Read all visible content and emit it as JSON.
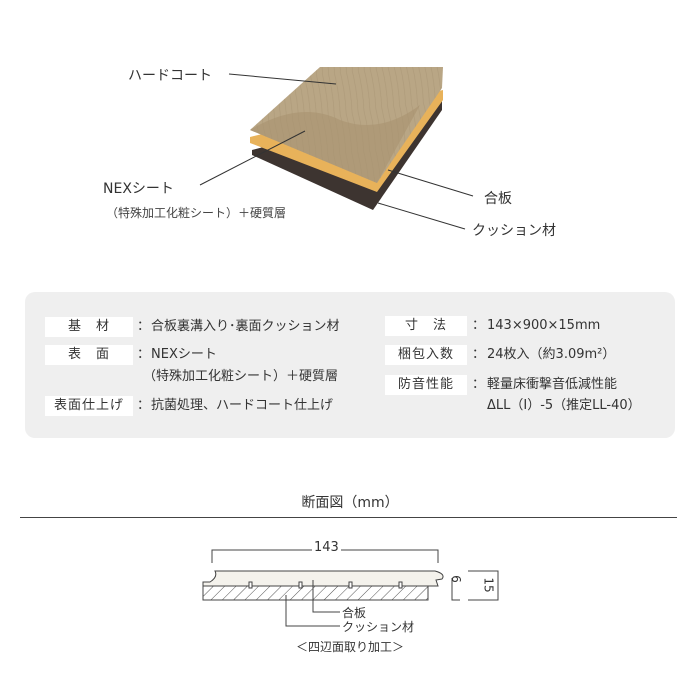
{
  "illustration": {
    "labels": {
      "hard_coat": "ハードコート",
      "nex_sheet": "NEXシート",
      "nex_sheet_sub": "（特殊加工化粧シート）＋硬質層",
      "plywood": "合板",
      "cushion": "クッション材"
    },
    "colors": {
      "top": "#b9a685",
      "plywood": "#e8b25a",
      "cushion": "#3d3430"
    }
  },
  "spec": {
    "separator": "：",
    "left": [
      {
        "key": "基　材",
        "value": [
          "合板裏溝入り･裏面クッション材"
        ]
      },
      {
        "key": "表　面",
        "value": [
          "NEXシート",
          "（特殊加工化粧シート）＋硬質層"
        ]
      },
      {
        "key": "表面仕上げ",
        "value": [
          "抗菌処理、ハードコート仕上げ"
        ]
      }
    ],
    "right": [
      {
        "key": "寸　法",
        "value": [
          "143×900×15mm"
        ]
      },
      {
        "key": "梱包入数",
        "value": [
          "24枚入（約3.09m²）"
        ]
      },
      {
        "key": "防音性能",
        "value": [
          "軽量床衝撃音低減性能",
          "ΔLL（Ⅰ）-5（推定LL-40）"
        ]
      }
    ]
  },
  "section": {
    "title": "断面図（mm）",
    "width_dim": "143",
    "dim_small": "6",
    "dim_total": "15",
    "label_plywood": "合板",
    "label_cushion": "クッション材",
    "caption": "＜四辺面取り加工＞"
  }
}
